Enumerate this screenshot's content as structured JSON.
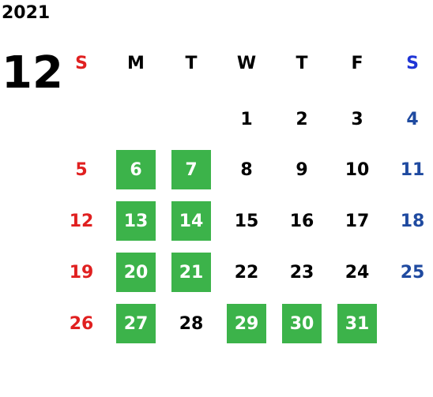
{
  "calendar": {
    "year": "2021",
    "month": "12",
    "weekdays": [
      "S",
      "M",
      "T",
      "W",
      "T",
      "F",
      "S"
    ],
    "weeks": [
      [
        "",
        "",
        "",
        "1",
        "2",
        "3",
        "4"
      ],
      [
        "5",
        "6",
        "7",
        "8",
        "9",
        "10",
        "11"
      ],
      [
        "12",
        "13",
        "14",
        "15",
        "16",
        "17",
        "18"
      ],
      [
        "19",
        "20",
        "21",
        "22",
        "23",
        "24",
        "25"
      ],
      [
        "26",
        "27",
        "28",
        "29",
        "30",
        "31",
        ""
      ]
    ],
    "highlighted_days": [
      "6",
      "7",
      "13",
      "14",
      "20",
      "21",
      "27",
      "29",
      "30",
      "31"
    ],
    "colors": {
      "sunday": "#e02020",
      "saturday": "#1f4aa0",
      "saturday_header": "#1f35d6",
      "highlight": "#3cb34a",
      "highlight_text": "#ffffff"
    }
  }
}
